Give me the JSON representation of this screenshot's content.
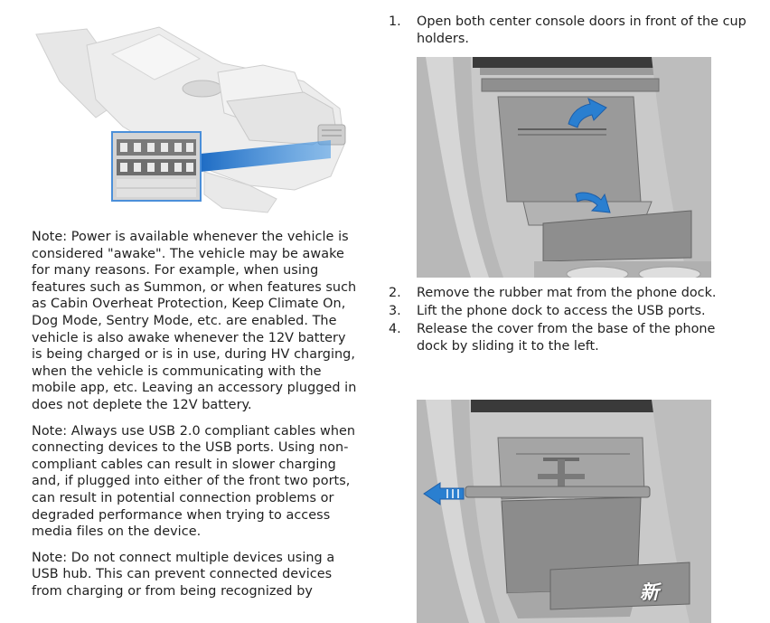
{
  "notes": [
    "Note: Power is available whenever the vehicle is considered \"awake\". The vehicle may be awake for many reasons. For example, when using features such as Summon, or when features such as Cabin Overheat Protection, Keep Climate On, Dog Mode, Sentry Mode, etc. are enabled. The vehicle is also awake whenever the 12V battery is being charged or is in use, during HV charging, when the vehicle is communicating with the mobile app, etc. Leaving an accessory plugged in does not deplete the 12V battery.",
    "Note: Always use USB 2.0 compliant cables when connecting devices to the USB ports. Using non-compliant cables can result in slower charging and, if plugged into either of the front two ports, can result in potential connection problems or degraded performance when trying to access media files on the device.",
    "Note: Do not connect multiple devices using a USB hub. This can prevent connected devices from charging or from being recognized by"
  ],
  "steps": [
    {
      "num": "1.",
      "text": "Open both center console doors in front of the cup holders."
    },
    {
      "num": "2.",
      "text": "Remove the rubber mat from the phone dock."
    },
    {
      "num": "3.",
      "text": "Lift the phone dock to access the USB ports."
    },
    {
      "num": "4.",
      "text": "Release the cover from the base of the phone dock by sliding it to the left."
    }
  ],
  "watermark": "新",
  "colors": {
    "arrow_blue": "#2a7fd0",
    "arrow_dark": "#1d5ea8",
    "photo_gray": "#c8c8c8"
  }
}
